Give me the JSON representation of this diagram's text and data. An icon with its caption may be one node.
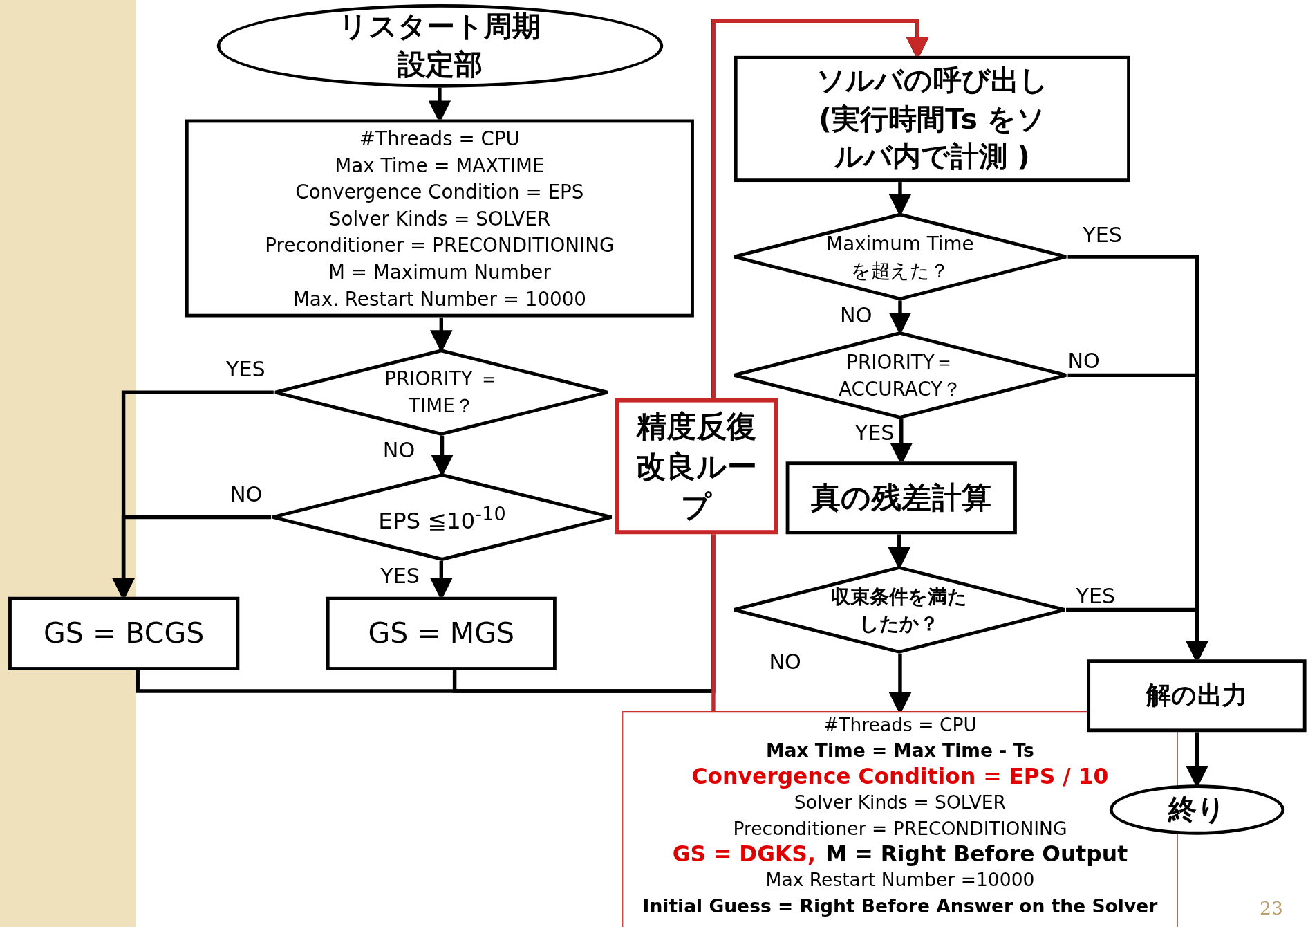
{
  "diagram": {
    "nodes": [
      {
        "text": [
          "リスタート周期設定部"
        ]
      },
      {
        "text": [
          "#Threads = CPU",
          "Max Time = MAXTIME",
          "Convergence Condition = EPS",
          "Solver Kinds = SOLVER",
          "Preconditioner = PRECONDITIONING",
          "M = Maximum Number",
          "Max. Restart Number = 10000"
        ]
      },
      {
        "text": [
          "PRIORITY ＝TIME？"
        ]
      },
      {
        "text": [
          "EPS ≦10$^{-10}$"
        ]
      },
      {
        "text": [
          "GS = BCGS"
        ]
      },
      {
        "text": [
          "GS = MGS"
        ]
      },
      {
        "text": [
          "ソルバの呼び出し(実行時間Ts をソルバ内で計測 )"
        ]
      },
      {
        "text": [
          "Maximum Time を超えた？"
        ]
      },
      {
        "text": [
          "PRIORITY＝ ACCURACY？"
        ]
      },
      {
        "text": [
          "真の残差計算"
        ]
      },
      {
        "text": [
          "収束条件を満たしたか？"
        ]
      },
      {
        "text": [
          "#Threads = CPU",
          "Max Time = Max Time - Ts",
          "Convergence Condition = EPS / 10",
          "Solver Kinds = SOLVER",
          "Preconditioner = PRECONDITIONING",
          "GS = DGKS,",
          "M = Right Before Output",
          "Max Restart Number =10000",
          "Initial Guess = Right Before Answer on the Solver"
        ]
      },
      {
        "text": [
          "解の出力"
        ]
      },
      {
        "text": [
          "終り"
        ]
      }
    ],
    "edges": [
      {
        "from": 0,
        "to": 1,
        "arrow": "to"
      },
      {
        "from": 1,
        "to": 2,
        "arrow": "to"
      },
      {
        "from": 2,
        "to": 4,
        "arrow": "to",
        "label": "YES"
      },
      {
        "from": 2,
        "to": 3,
        "arrow": "to",
        "label": "NO"
      },
      {
        "from": 3,
        "to": 4,
        "arrow": "to",
        "label": "NO"
      },
      {
        "from": 3,
        "to": 5,
        "arrow": "to",
        "label": "YES"
      },
      {
        "from": 4,
        "to": 6,
        "arrow": "to"
      },
      {
        "from": 5,
        "to": 6,
        "arrow": "to"
      },
      {
        "from": 11,
        "to": 6,
        "arrow": "to",
        "color": "#c62828",
        "label": "精度反復改良ループ"
      },
      {
        "from": 6,
        "to": 7,
        "arrow": "to"
      },
      {
        "from": 7,
        "to": 12,
        "arrow": "to",
        "label": "YES"
      },
      {
        "from": 7,
        "to": 8,
        "arrow": "to",
        "label": "NO"
      },
      {
        "from": 8,
        "to": 12,
        "arrow": "to",
        "label": "NO"
      },
      {
        "from": 8,
        "to": 9,
        "arrow": "to",
        "label": "YES"
      },
      {
        "from": 9,
        "to": 10,
        "arrow": "to"
      },
      {
        "from": 10,
        "to": 12,
        "arrow": "to",
        "label": "YES"
      },
      {
        "from": 10,
        "to": 11,
        "arrow": "to",
        "label": "NO"
      },
      {
        "from": 12,
        "to": 13,
        "arrow": "to"
      }
    ],
    "labels": [
      "23"
    ]
  }
}
